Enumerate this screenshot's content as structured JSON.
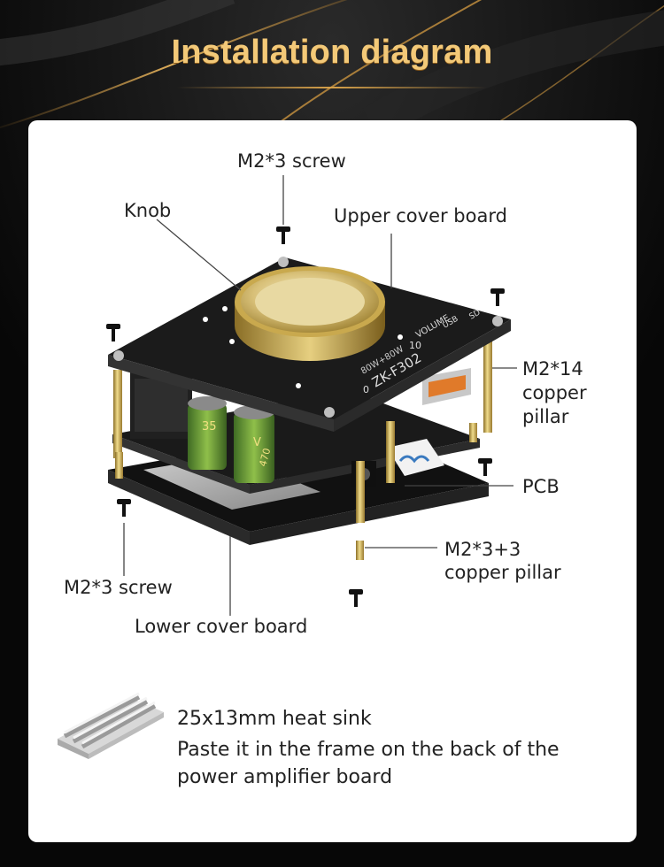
{
  "title": "Installation diagram",
  "labels": {
    "screw_top": "M2*3 screw",
    "knob": "Knob",
    "upper_cover": "Upper cover board",
    "pillar14_line1": "M2*14",
    "pillar14_line2": "copper",
    "pillar14_line3": "pillar",
    "pcb": "PCB",
    "pillar33_line1": "M2*3+3",
    "pillar33_line2": "copper pillar",
    "screw_bottom": "M2*3 screw",
    "lower_cover": "Lower cover board"
  },
  "board_markings": {
    "model": "ZK-F302",
    "power": "80W+80W",
    "capacitor_top": "35",
    "capacitor_mid": "V",
    "capacitor_val": "470",
    "knob_scale_max": "10",
    "knob_scale_min": "0",
    "volume": "VOLUME",
    "usb": "USB",
    "sd": "SD"
  },
  "heatsink": {
    "title": "25x13mm heat sink",
    "description": "Paste it in the frame on the back of the power amplifier board"
  },
  "colors": {
    "title_gold": "#f3c978",
    "background": "#0a0a0a",
    "card": "#ffffff",
    "board": "#1c1c1c",
    "brass": "#c9a94e"
  }
}
